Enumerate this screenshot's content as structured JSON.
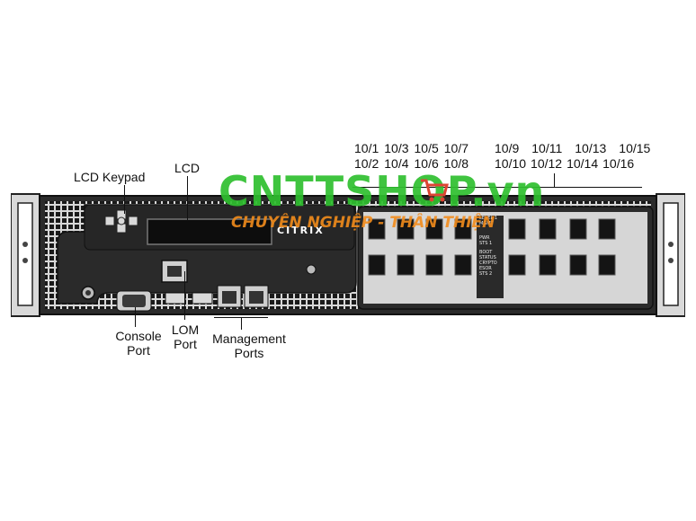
{
  "labels": {
    "lcd_keypad": "LCD Keypad",
    "lcd": "LCD",
    "console_port": [
      "Console",
      "Port"
    ],
    "lom_port": [
      "LOM",
      "Port"
    ],
    "management_ports": [
      "Management",
      "Ports"
    ]
  },
  "port_labels": {
    "group1_top": [
      "10/1",
      "10/3",
      "10/5",
      "10/7"
    ],
    "group1_bottom": [
      "10/2",
      "10/4",
      "10/6",
      "10/8"
    ],
    "group2_top": [
      "10/9",
      "10/11",
      "10/13",
      "10/15"
    ],
    "group2_bottom": [
      "10/10",
      "10/12",
      "10/14",
      "10/16"
    ]
  },
  "chassis": {
    "brand": "CITRIX",
    "status": [
      "LEVEL 1",
      "MGMT",
      "PWR",
      "STS 1",
      "BOOT",
      "STATUS",
      "CRYPTO",
      "ESOR",
      "STS 2"
    ]
  },
  "watermark": {
    "title": "CNTTSHOP.vn",
    "subtitle": "CHUYÊN NGHIỆP - THÂN THIỆN"
  },
  "colors": {
    "chassis": "#2b2b2b",
    "panel": "#1c1c1c",
    "watermark_green": "#2fbf2f",
    "watermark_orange": "#f28c1c"
  }
}
